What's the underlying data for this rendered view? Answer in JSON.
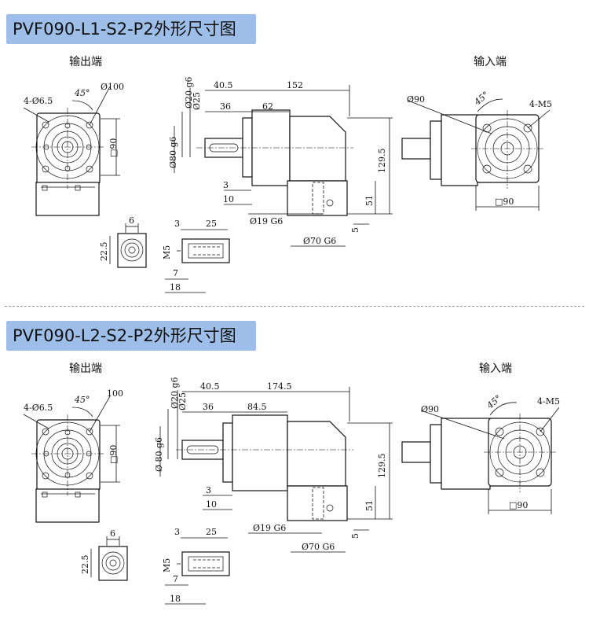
{
  "panels": [
    {
      "title": "PVF090-L1-S2-P2外形尺寸图",
      "output_label": "输出端",
      "input_label": "输入端",
      "dims": {
        "bolt_holes": "4-Ø6.5",
        "angle": "45°",
        "pcd": "Ø100",
        "flange_sq": "□90",
        "key_w": "6",
        "key_h": "22.5",
        "d1": "Ø25",
        "d2": "Ø20 g6",
        "d3": "Ø80 g6",
        "l_shaft": "40.5",
        "l_total": "152",
        "l_a": "36",
        "l_b": "62",
        "l_c": "3",
        "l_d": "10",
        "h_total": "129.5",
        "h_a": "51",
        "h_b": "5",
        "d_in1": "Ø19 G6",
        "d_in2": "Ø70 G6",
        "tap_a": "3",
        "tap_b": "25",
        "tap_m": "M5",
        "tap_c": "7",
        "tap_d": "18",
        "in_pcd": "Ø90",
        "in_angle": "45°",
        "in_holes": "4-M5",
        "in_sq": "□90"
      }
    },
    {
      "title": "PVF090-L2-S2-P2外形尺寸图",
      "output_label": "输出端",
      "input_label": "输入端",
      "dims": {
        "bolt_holes": "4-Ø6.5",
        "angle": "45°",
        "pcd": "100",
        "flange_sq": "□90",
        "key_w": "6",
        "key_h": "22.5",
        "d1": "Ø25",
        "d2": "Ø20 g6",
        "d3": "Ø 80 g6",
        "l_shaft": "40.5",
        "l_total": "174.5",
        "l_a": "36",
        "l_b": "84.5",
        "l_c": "3",
        "l_d": "10",
        "h_total": "129.5",
        "h_a": "51",
        "h_b": "5",
        "d_in1": "Ø19 G6",
        "d_in2": "Ø70 G6",
        "tap_a": "3",
        "tap_b": "25",
        "tap_m": "M5",
        "tap_c": "7",
        "tap_d": "18",
        "in_pcd": "Ø90",
        "in_angle": "45°",
        "in_holes": "4-M5",
        "in_sq": "□90"
      }
    }
  ]
}
